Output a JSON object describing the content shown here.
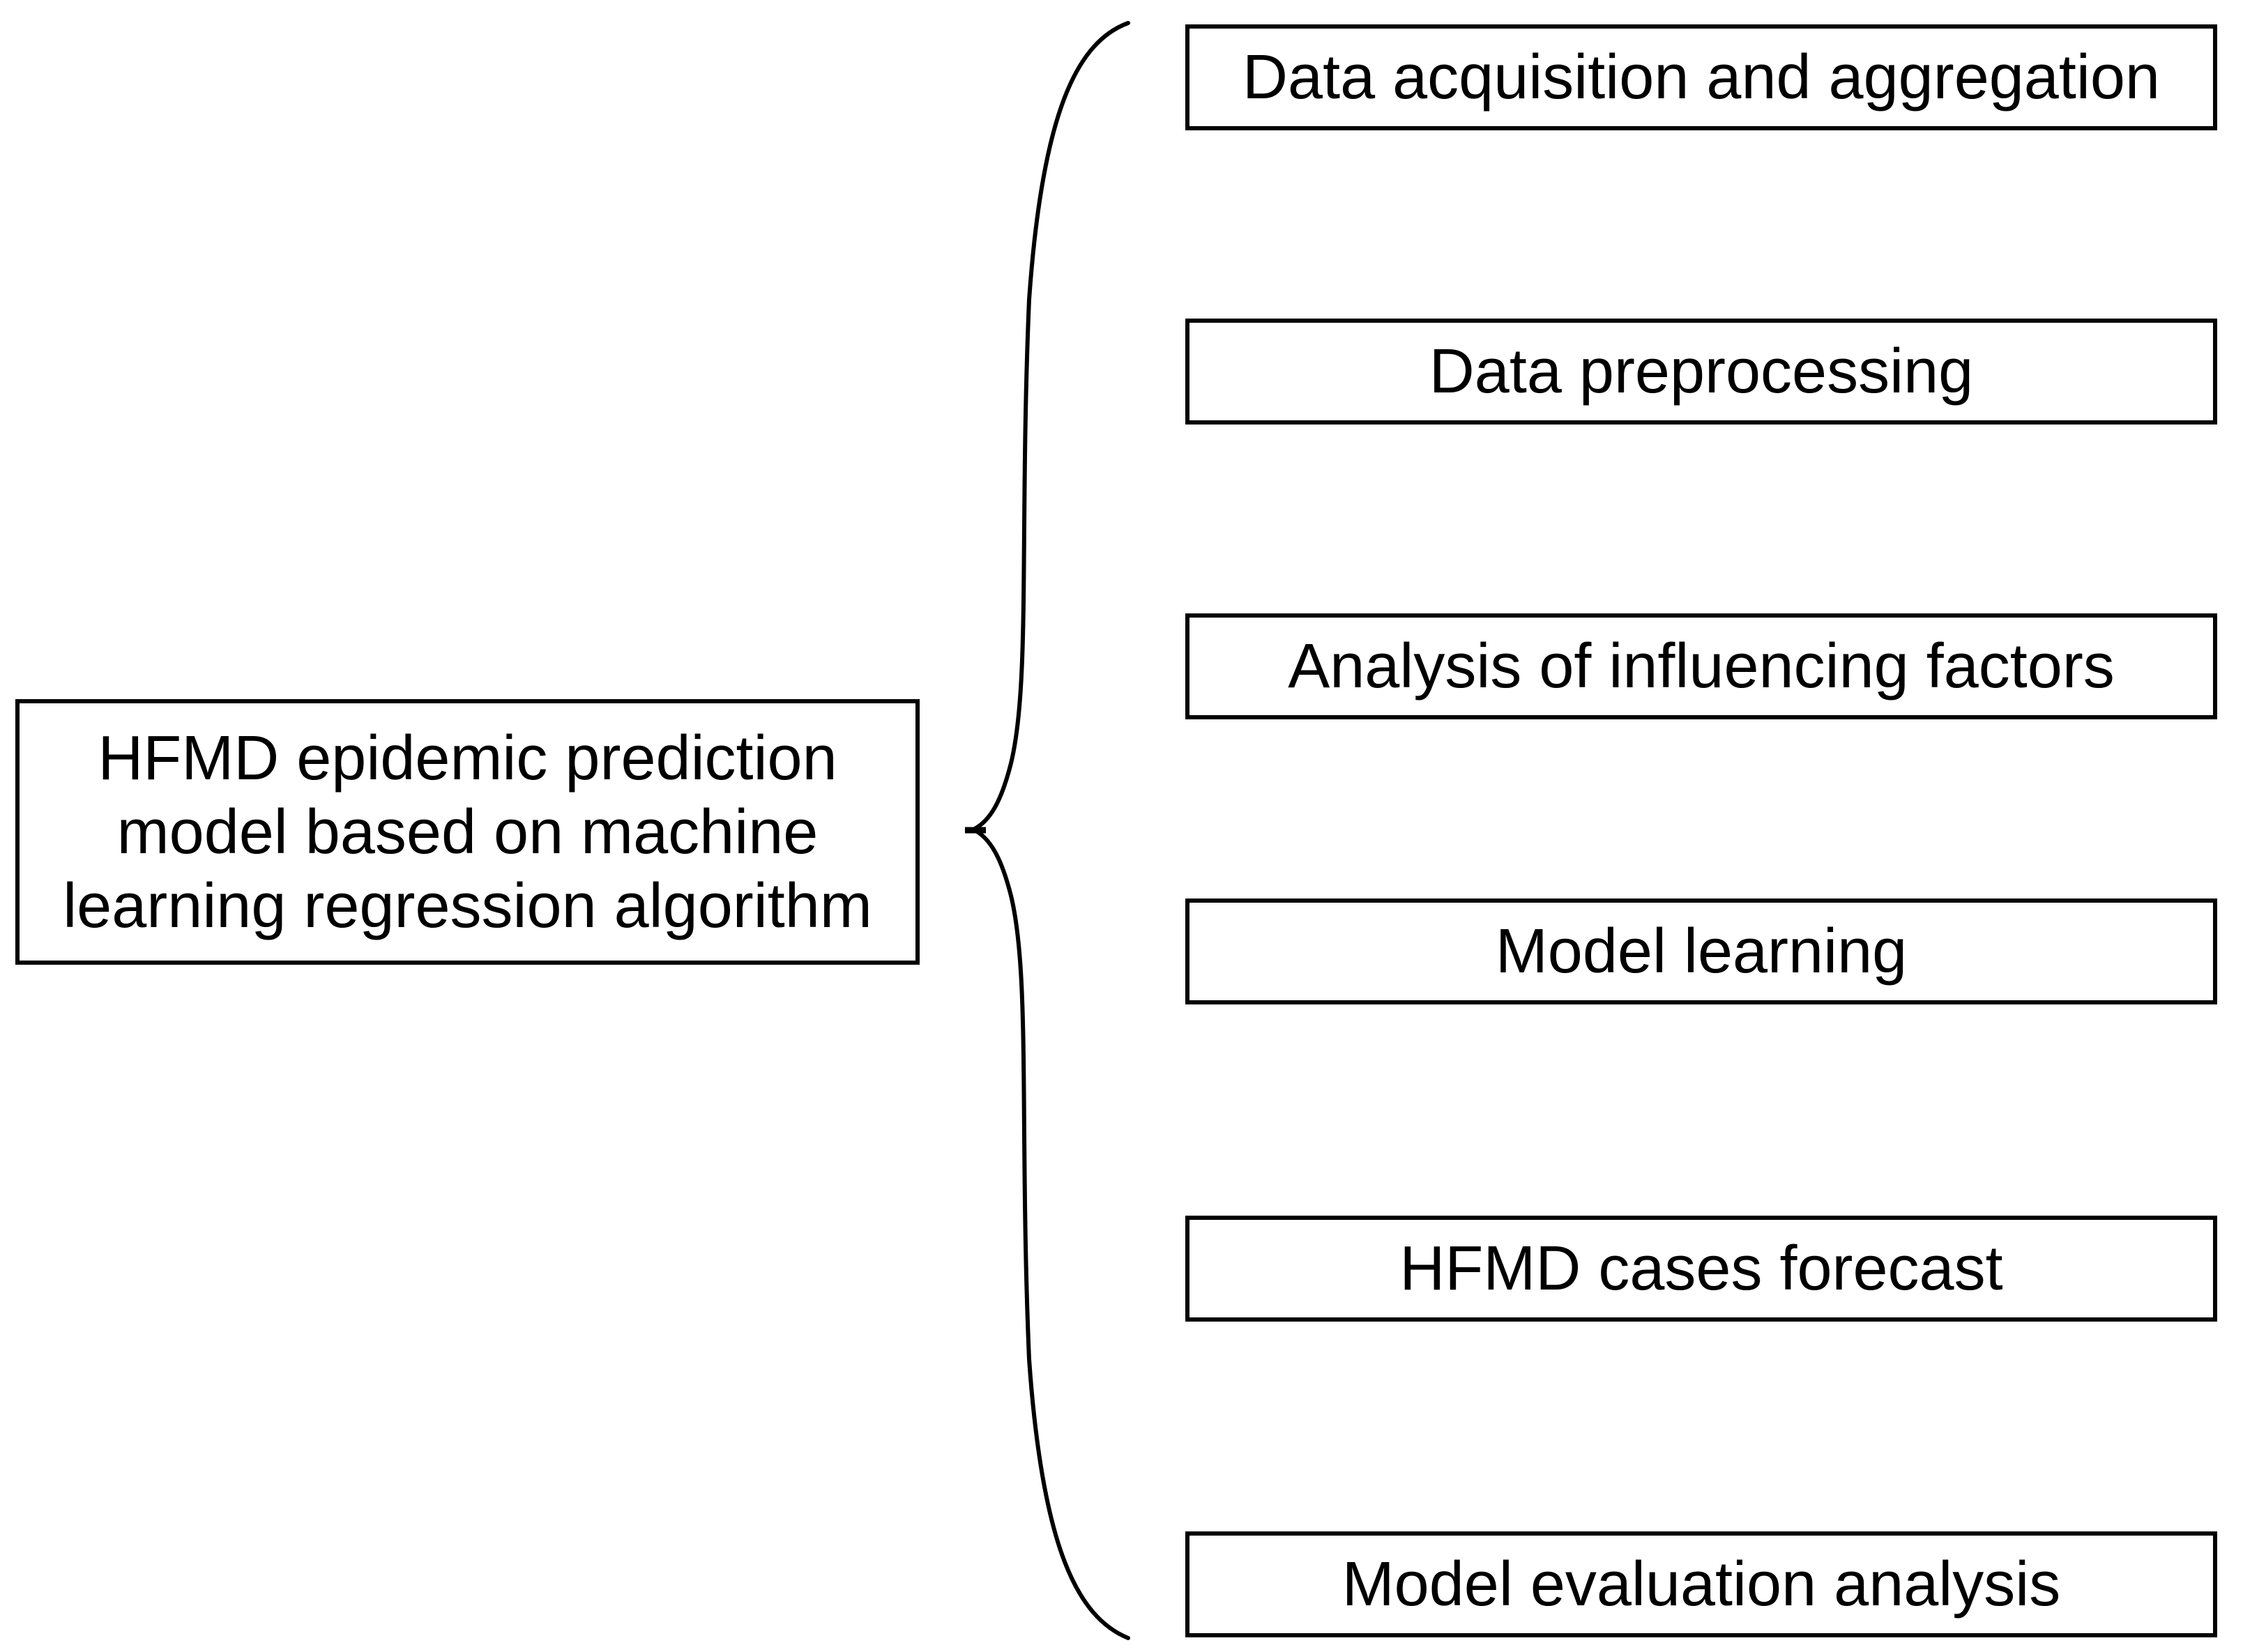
{
  "diagram": {
    "root_box": {
      "lines": [
        "HFMD epidemic prediction",
        "model based on machine",
        "learning regression algorithm"
      ]
    },
    "stages": [
      {
        "label": "Data acquisition and aggregation"
      },
      {
        "label": "Data preprocessing"
      },
      {
        "label": "Analysis of influencing factors"
      },
      {
        "label": "Model learning"
      },
      {
        "label": "HFMD cases forecast"
      },
      {
        "label": "Model evaluation analysis"
      }
    ],
    "colors": {
      "border": "#000000",
      "text": "#000000",
      "background": "#ffffff"
    }
  }
}
